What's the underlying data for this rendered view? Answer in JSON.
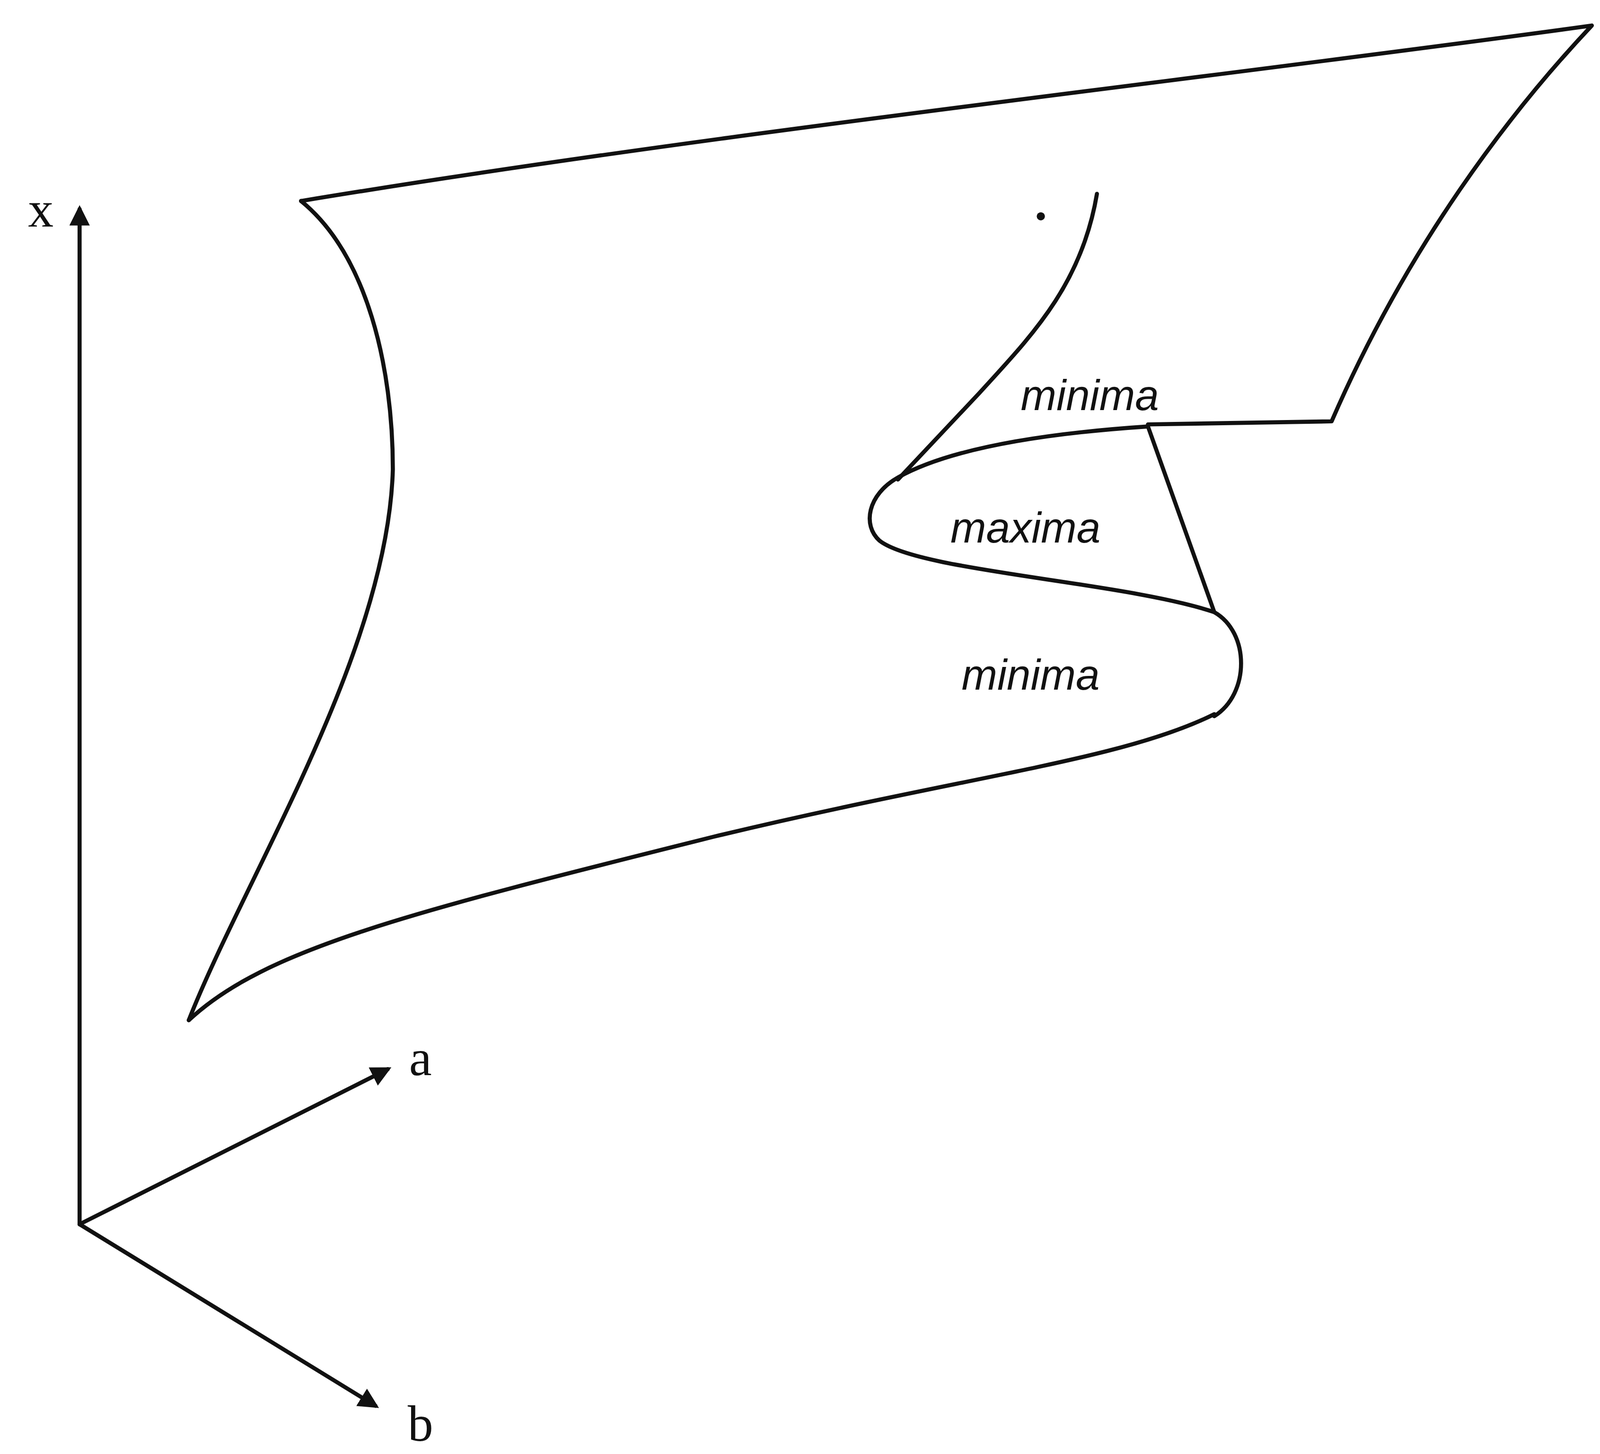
{
  "diagram": {
    "labels": [
      "x",
      "a",
      "b",
      "minima",
      "maxima",
      "minima"
    ]
  }
}
